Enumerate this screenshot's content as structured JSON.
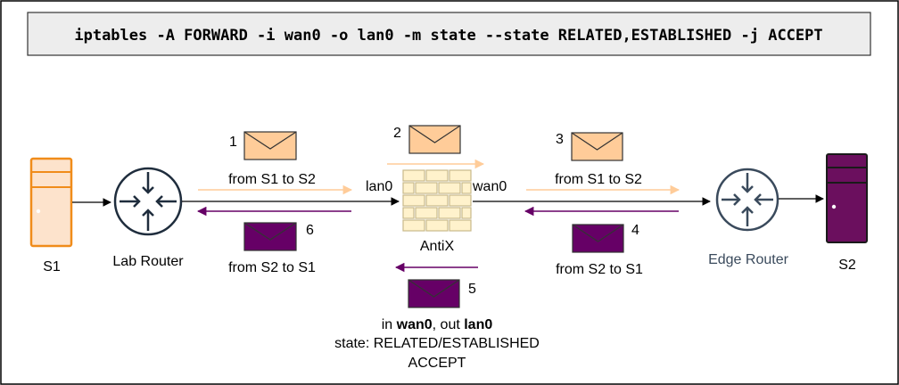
{
  "command": "iptables -A FORWARD -i wan0 -o lan0 -m state --state RELATED,ESTABLISHED -j ACCEPT",
  "colors": {
    "server_s1_stroke": "#F08C1A",
    "server_s1_fill": "#FDE3CC",
    "server_s2_fill": "#6B0F5E",
    "envelope_out_fill": "#FFCC99",
    "envelope_in_fill": "#660066",
    "arrow_out": "#FFCC99",
    "arrow_in": "#660066",
    "firewall_fill": "#FFF2CC",
    "router_stroke": "#1F2D3D",
    "edge_router_stroke": "#3A4A5C"
  },
  "nodes": {
    "s1": {
      "label": "S1",
      "icon": "server-icon"
    },
    "lab_router": {
      "label": "Lab Router",
      "icon": "router-icon"
    },
    "antix": {
      "label": "AntiX",
      "icon": "firewall-icon"
    },
    "edge_router": {
      "label": "Edge Router",
      "icon": "router-icon"
    },
    "s2": {
      "label": "S2",
      "icon": "server-icon"
    }
  },
  "interfaces": {
    "left": "lan0",
    "right": "wan0"
  },
  "steps": [
    {
      "num": "1",
      "icon": "envelope-icon",
      "text": "from S1 to S2"
    },
    {
      "num": "2",
      "icon": "envelope-icon"
    },
    {
      "num": "3",
      "icon": "envelope-icon",
      "text": "from S1 to S2"
    },
    {
      "num": "4",
      "icon": "envelope-icon",
      "text": "from S2 to S1"
    },
    {
      "num": "5",
      "icon": "envelope-icon"
    },
    {
      "num": "6",
      "icon": "envelope-icon",
      "text": "from S2 to S1"
    }
  ],
  "note": {
    "line1_prefix": "in ",
    "line1_in": "wan0",
    "line1_mid": ", out ",
    "line1_out": "lan0",
    "line2": "state: RELATED/ESTABLISHED",
    "line3": "ACCEPT"
  }
}
